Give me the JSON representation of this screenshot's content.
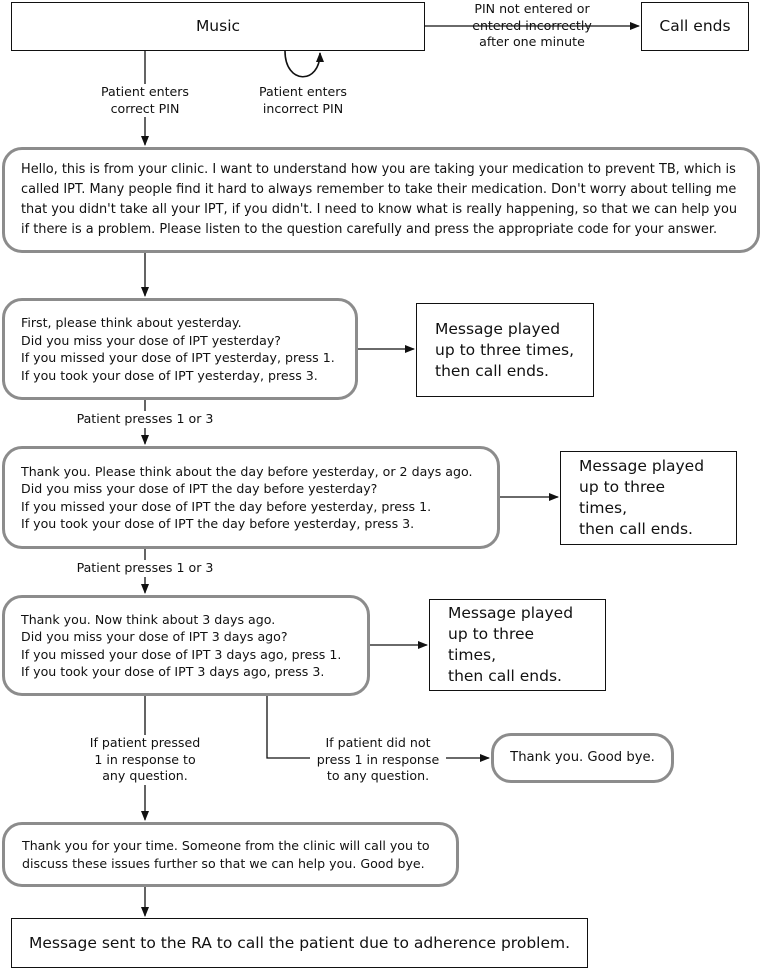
{
  "nodes": {
    "music": "Music",
    "call_ends": "Call ends",
    "greeting": "Hello, this is from your clinic. I want to understand how you are taking your medication to prevent TB, which is called IPT. Many people find it hard to always remember to take their medication. Don't worry about telling me that you didn't take all your IPT, if you didn't. I need to know what is really happening, so that we can help you if there is a problem. Please listen to the question carefully and press the appropriate code for your answer.",
    "q1": "First, please think about yesterday.\nDid you miss your dose of IPT yesterday?\nIf you missed your dose of IPT yesterday, press 1.\nIf you took your dose of IPT yesterday, press 3.",
    "q2": "Thank you. Please think about the day before yesterday, or 2 days ago.\nDid you miss your dose of IPT the day before yesterday?\nIf you missed your dose of IPT the day before yesterday, press 1.\nIf you took your dose of IPT the day before yesterday, press 3.",
    "q3": "Thank you. Now think about 3 days ago.\nDid you miss your dose of IPT 3 days ago?\nIf you missed your dose of IPT 3 days ago, press 1.\nIf you took your dose of IPT 3 days ago, press 3.",
    "repeat1": "Message played\nup to three times,\nthen call ends.",
    "repeat2": "Message played\nup to three times,\nthen call ends.",
    "repeat3": "Message played\nup to three times,\nthen call ends.",
    "goodbye": "Thank you. Good bye.",
    "followup": "Thank you for your time. Someone from the clinic will call you to\ndiscuss these issues further so that we can help you. Good bye.",
    "ra_message": "Message sent to the RA to call the patient due to adherence problem."
  },
  "edge_labels": {
    "pin_fail": "PIN not entered or\nentered incorrectly\nafter one minute",
    "pin_correct": "Patient enters\ncorrect PIN",
    "pin_incorrect": "Patient enters\nincorrect PIN",
    "presses_1": "Patient presses 1 or 3",
    "presses_2": "Patient presses 1 or 3",
    "pressed_1": "If patient pressed\n1 in response to\nany question.",
    "not_pressed_1": "If patient did not\npress 1 in response\nto any question."
  },
  "colors": {
    "rounded_border": "#8c8c8c",
    "line": "#111111"
  }
}
